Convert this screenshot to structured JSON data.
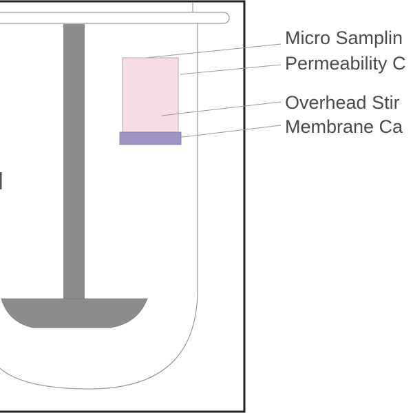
{
  "labels": {
    "micro_sampling": "Micro Samplin",
    "permeability": "Permeability C",
    "overhead_stirrer": "Overhead Stir",
    "membrane": "Membrane Ca"
  },
  "colors": {
    "frame": "#222222",
    "vessel_outline": "#9a9a9a",
    "stirrer": "#8c8c8c",
    "permeability_cell": "#f8dce8",
    "membrane": "#9f93c6",
    "leader_line": "#999999",
    "label_text": "#4a4a4a"
  }
}
